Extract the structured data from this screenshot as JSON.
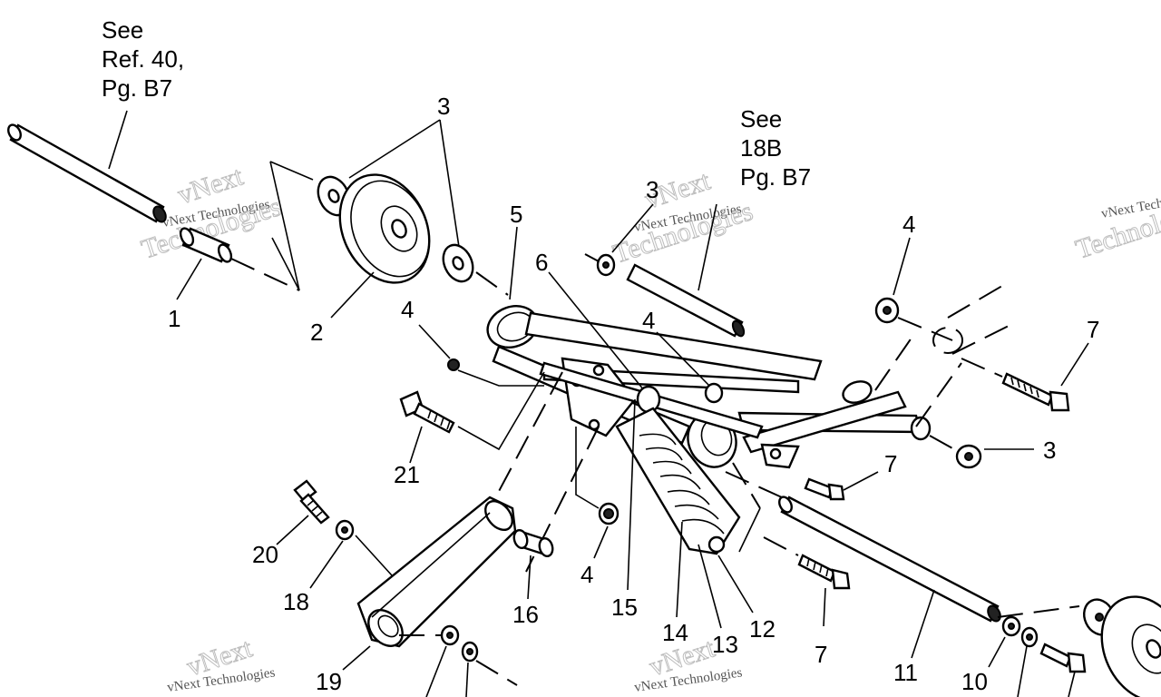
{
  "notes": {
    "ref40": [
      "See",
      "Ref. 40,",
      "Pg. B7"
    ],
    "ref18b": [
      "See",
      "18B",
      "Pg. B7"
    ]
  },
  "callouts": {
    "c1": "1",
    "c2": "2",
    "c3a": "3",
    "c3b": "3",
    "c3c": "3",
    "c4a": "4",
    "c4b": "4",
    "c4c": "4",
    "c4d": "4",
    "c5": "5",
    "c6": "6",
    "c7a": "7",
    "c7b": "7",
    "c7c": "7",
    "c10": "10",
    "c11": "11",
    "c12": "12",
    "c13": "13",
    "c14": "14",
    "c15": "15",
    "c16": "16",
    "c18": "18",
    "c19": "19",
    "c20": "20",
    "c21": "21"
  },
  "watermark": {
    "brand": "vNext",
    "company": "vNext Technologies",
    "word": "Technologies"
  }
}
